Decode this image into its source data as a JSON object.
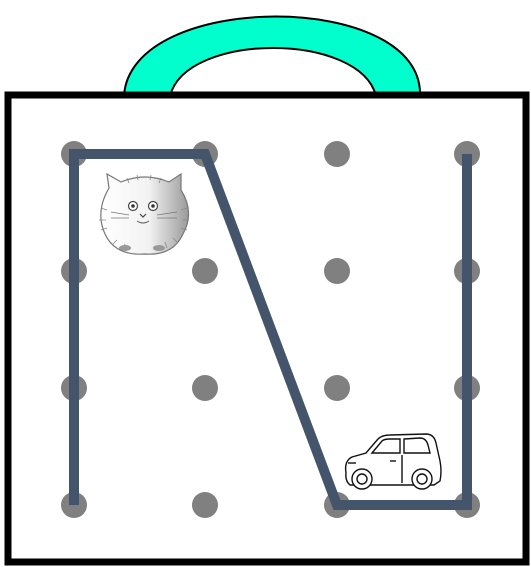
{
  "scene": {
    "handle_color": "#00FFCC",
    "board_color": "#FFFFFF",
    "border_color": "#000000",
    "peg_color": "#808080",
    "band_color": "#44546A",
    "grid": {
      "rows": 4,
      "columns": 4
    },
    "band_path_pegs": [
      {
        "row": 4,
        "col": 1
      },
      {
        "row": 1,
        "col": 1
      },
      {
        "row": 1,
        "col": 2
      },
      {
        "row": 4,
        "col": 3
      },
      {
        "row": 4,
        "col": 4
      },
      {
        "row": 1,
        "col": 4
      }
    ],
    "pictures": [
      {
        "name": "cat",
        "near_peg": {
          "row": 1,
          "col": 1
        }
      },
      {
        "name": "car",
        "near_peg": {
          "row": 4,
          "col": 3
        }
      }
    ]
  }
}
